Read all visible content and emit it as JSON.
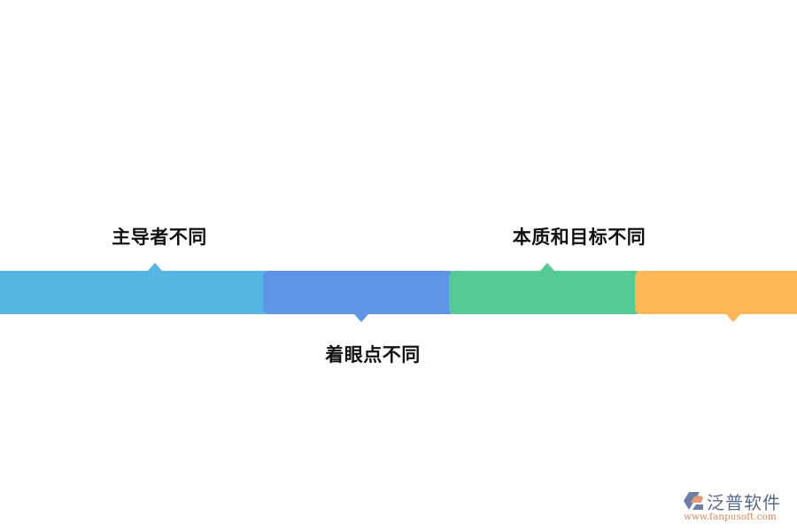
{
  "diagram": {
    "type": "horizontal-timeline",
    "segments": [
      {
        "label": "主导者不同",
        "color": "#57b5e2",
        "pointer": "up"
      },
      {
        "label": "着眼点不同",
        "color": "#5f95e4",
        "pointer": "down"
      },
      {
        "label": "本质和目标不同",
        "color": "#55ca94",
        "pointer": "up"
      },
      {
        "label": "",
        "color": "#fdb757",
        "pointer": "down"
      }
    ]
  },
  "watermark": {
    "brand": "泛普软件",
    "url": "www.fanpusoft.com"
  }
}
